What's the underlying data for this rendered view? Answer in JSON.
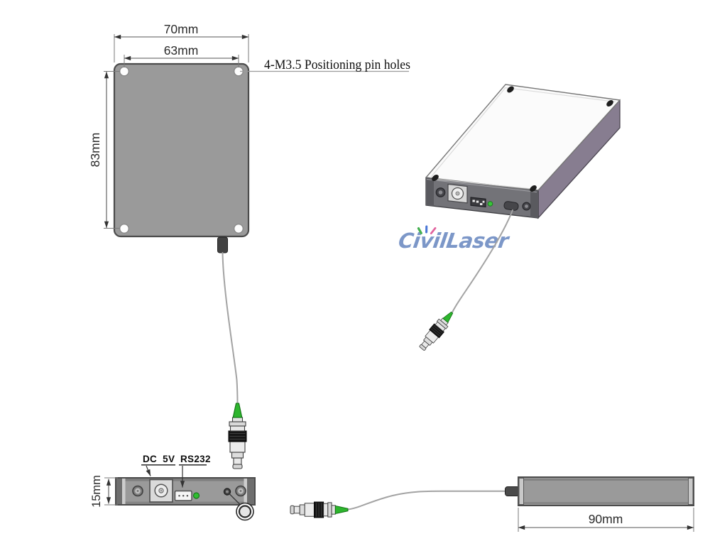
{
  "drawing": {
    "note_pin_holes": "4-M3.5 Positioning pin holes",
    "dims": {
      "top_width": "70mm",
      "hole_spacing": "63mm",
      "body_height": "83mm",
      "panel_height": "15mm",
      "side_length": "90mm"
    },
    "ports": {
      "dc": "DC 5V",
      "rs232": "RS232"
    }
  },
  "logo": {
    "pre": "Ci",
    "v": "v",
    "post": "ilLaser"
  },
  "colors": {
    "enclosure": "#9a9a9a",
    "outline": "#4c4c4c",
    "top_face": "#fbfbfb",
    "side_face_purple": "#877d90",
    "front_face": "#737378",
    "fiber_boot_green": "#2db52d",
    "led_green": "#2fbe2f",
    "logo_blue": "#7c97c8",
    "wire_gray": "#a3a3a3"
  }
}
